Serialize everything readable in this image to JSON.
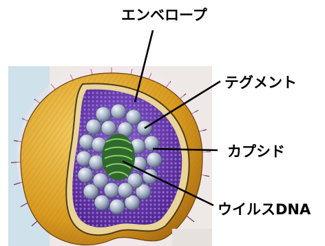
{
  "diagram": {
    "labels": {
      "envelope": "エンベロープ",
      "tegument": "テグメント",
      "capsid": "カプシド",
      "viral_dna": "ウイルスDNA"
    },
    "colors": {
      "envelope_outer": "#d9a12a",
      "spikes": "#7a2f6b",
      "tegument": "#5a2fa0",
      "capsid": "#a9b6cc",
      "dna": "#3f7a3a",
      "leader": "#000000"
    }
  }
}
